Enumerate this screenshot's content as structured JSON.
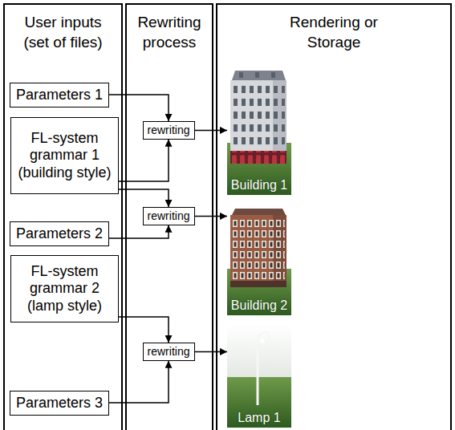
{
  "diagram": {
    "nodes": [
      {
        "text": [
          "User inputs (set of files)"
        ]
      },
      {
        "text": [
          "Parameters 1"
        ],
        "in": 0
      },
      {
        "text": [
          "FL-system grammar 1 (building style)"
        ],
        "in": 0
      },
      {
        "text": [
          "Parameters 2"
        ],
        "in": 0
      },
      {
        "text": [
          "FL-system grammar 2 (lamp style)"
        ],
        "in": 0
      },
      {
        "text": [
          "Parameters 3"
        ],
        "in": 0
      },
      {
        "text": [
          "Rewriting process"
        ]
      },
      {
        "text": [
          "rewriting"
        ],
        "in": 6
      },
      {
        "text": [
          "rewriting"
        ],
        "in": 6
      },
      {
        "text": [
          "rewriting"
        ],
        "in": 6
      },
      {
        "text": [
          "Rendering or Storage"
        ]
      },
      {
        "text": [
          "Building 1"
        ],
        "in": 10
      },
      {
        "text": [
          "Building 2"
        ],
        "in": 10
      },
      {
        "text": [
          "Lamp 1"
        ],
        "in": 10
      }
    ],
    "edges": [
      {
        "from": 1,
        "to": 7,
        "arrow": "to"
      },
      {
        "from": 2,
        "to": 7,
        "arrow": "to"
      },
      {
        "from": 2,
        "to": 8,
        "arrow": "to"
      },
      {
        "from": 3,
        "to": 8,
        "arrow": "to"
      },
      {
        "from": 4,
        "to": 9,
        "arrow": "to"
      },
      {
        "from": 5,
        "to": 9,
        "arrow": "to"
      },
      {
        "from": 7,
        "to": 11,
        "arrow": "to"
      },
      {
        "from": 8,
        "to": 12,
        "arrow": "to"
      },
      {
        "from": 9,
        "to": 13,
        "arrow": "to"
      }
    ]
  }
}
